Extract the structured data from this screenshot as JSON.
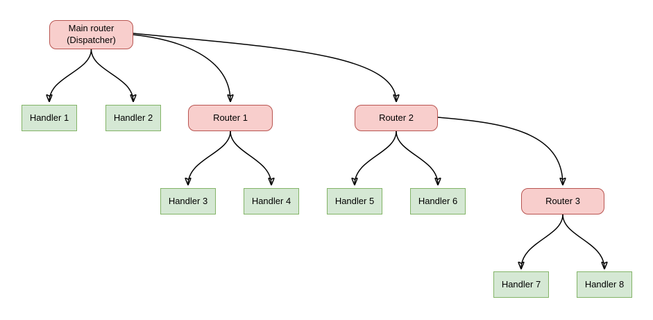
{
  "diagram": {
    "description": "Dispatcher routing tree",
    "colors": {
      "background": "#ffffff",
      "router_fill": "#f8cecc",
      "router_stroke": "#b85450",
      "handler_fill": "#d5e8d4",
      "handler_stroke": "#82b366",
      "edge": "#000000",
      "text": "#000000"
    },
    "nodes": {
      "main": {
        "label": "Main router\n(Dispatcher)",
        "type": "router"
      },
      "h1": {
        "label": "Handler 1",
        "type": "handler"
      },
      "h2": {
        "label": "Handler 2",
        "type": "handler"
      },
      "r1": {
        "label": "Router 1",
        "type": "router"
      },
      "r2": {
        "label": "Router 2",
        "type": "router"
      },
      "h3": {
        "label": "Handler 3",
        "type": "handler"
      },
      "h4": {
        "label": "Handler 4",
        "type": "handler"
      },
      "h5": {
        "label": "Handler 5",
        "type": "handler"
      },
      "h6": {
        "label": "Handler 6",
        "type": "handler"
      },
      "r3": {
        "label": "Router 3",
        "type": "router"
      },
      "h7": {
        "label": "Handler 7",
        "type": "handler"
      },
      "h8": {
        "label": "Handler 8",
        "type": "handler"
      }
    },
    "edges": [
      {
        "from": "main",
        "to": "h1"
      },
      {
        "from": "main",
        "to": "h2"
      },
      {
        "from": "main",
        "to": "r1"
      },
      {
        "from": "main",
        "to": "r2"
      },
      {
        "from": "r1",
        "to": "h3"
      },
      {
        "from": "r1",
        "to": "h4"
      },
      {
        "from": "r2",
        "to": "h5"
      },
      {
        "from": "r2",
        "to": "h6"
      },
      {
        "from": "r2",
        "to": "r3"
      },
      {
        "from": "r3",
        "to": "h7"
      },
      {
        "from": "r3",
        "to": "h8"
      }
    ]
  }
}
